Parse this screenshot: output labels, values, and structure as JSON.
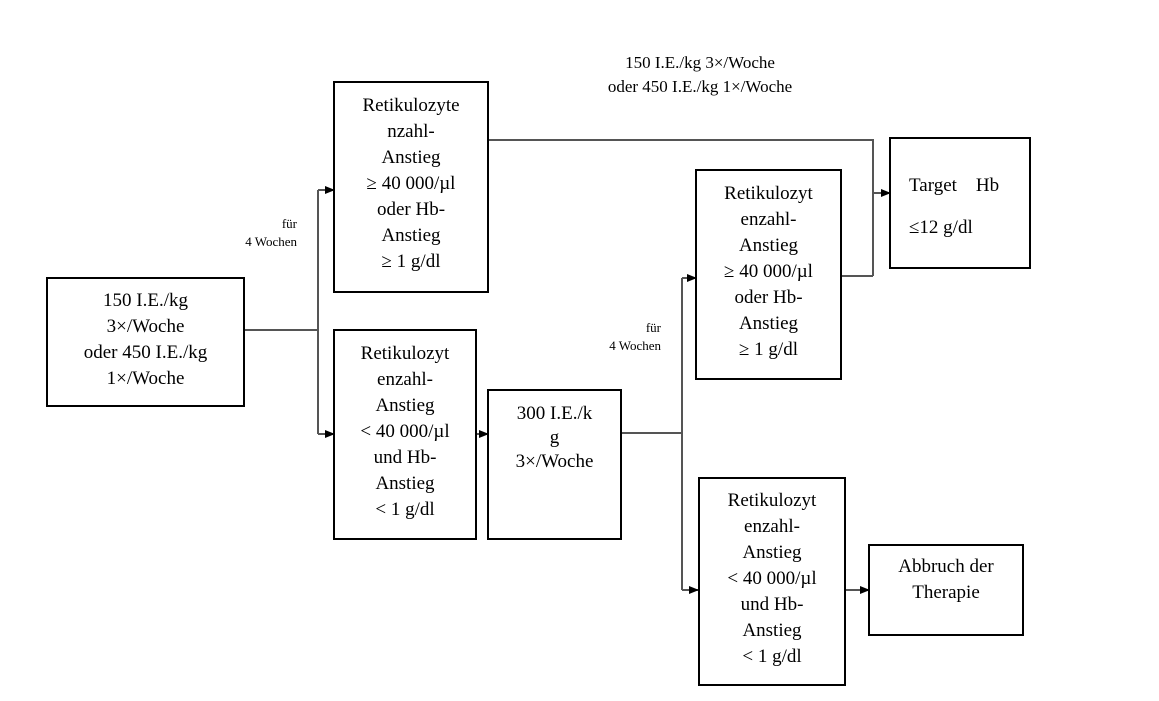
{
  "diagram": {
    "start_box": {
      "lines": [
        "150 I.E./kg",
        "3×/Woche",
        "oder 450 I.E./kg",
        "1×/Woche"
      ]
    },
    "first_duration_label": {
      "lines": [
        "für",
        "4 Wochen"
      ]
    },
    "response_box_1": {
      "lines": [
        "Retikulozyte",
        "nzahl-",
        "Anstieg",
        "≥ 40 000/µl",
        "oder Hb-",
        "Anstieg",
        "≥ 1 g/dl"
      ]
    },
    "no_response_box_1": {
      "lines": [
        "Retikulozyt",
        "enzahl-",
        "Anstieg",
        "< 40 000/µl",
        "und Hb-",
        "Anstieg",
        "< 1 g/dl"
      ]
    },
    "continue_dose_label": {
      "lines": [
        "150 I.E./kg 3×/Woche",
        "oder 450 I.E./kg 1×/Woche"
      ]
    },
    "increased_dose_box": {
      "lines": [
        "300 I.E./k",
        "g",
        "3×/Woche"
      ]
    },
    "second_duration_label": {
      "lines": [
        "für",
        "4 Wochen"
      ]
    },
    "response_box_2": {
      "lines": [
        "Retikulozyt",
        "enzahl-",
        "Anstieg",
        "≥ 40 000/µl",
        "oder Hb-",
        "Anstieg",
        "≥ 1 g/dl"
      ]
    },
    "no_response_box_2": {
      "lines": [
        "Retikulozyt",
        "enzahl-",
        "Anstieg",
        "< 40 000/µl",
        "und Hb-",
        "Anstieg",
        "< 1 g/dl"
      ]
    },
    "target_box": {
      "lines": [
        "Target    Hb",
        "≤12 g/dl"
      ]
    },
    "stop_box": {
      "lines": [
        "Abbruch der",
        "Therapie"
      ]
    }
  }
}
